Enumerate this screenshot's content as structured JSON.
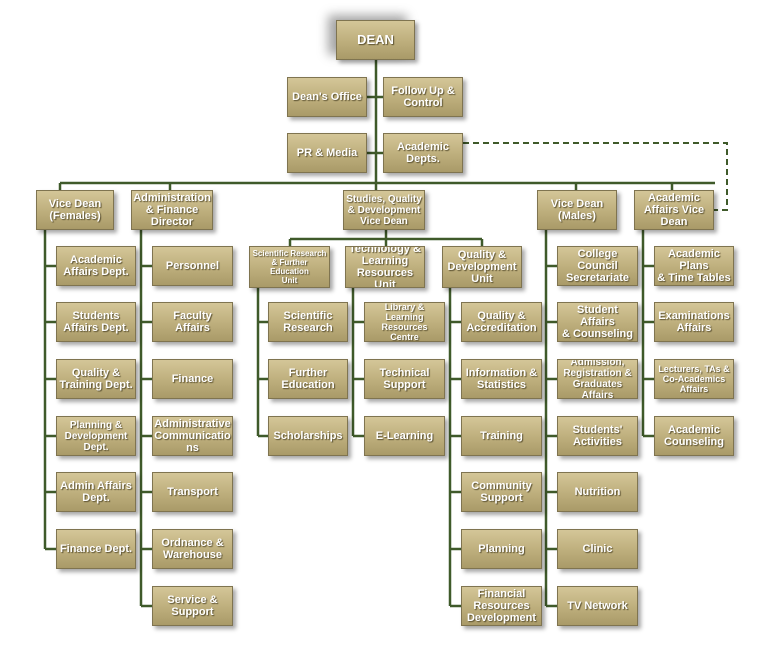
{
  "colors": {
    "box_fill": "#bdae7c",
    "connector": "#3f5a2a",
    "text": "#ffffff"
  },
  "units": {
    "dean": "DEAN",
    "deans_office": "Dean's Office",
    "follow_up": "Follow Up &\nControl",
    "pr_media": "PR & Media",
    "academic_depts": "Academic\nDepts.",
    "vd_females": "Vice Dean\n(Females)",
    "admin_finance": "Administration\n& Finance\nDirector",
    "studies_quality": "Studies, Quality\n& Development\nVice Dean",
    "vd_males": "Vice Dean\n(Males)",
    "acad_affairs_vd": "Academic\nAffairs Vice\nDean",
    "f_acad_affairs": "Academic\nAffairs Dept.",
    "f_students": "Students\nAffairs Dept.",
    "f_quality": "Quality &\nTraining Dept.",
    "f_planning": "Planning &\nDevelopment\nDept.",
    "f_admin": "Admin Affairs\nDept.",
    "f_finance": "Finance Dept.",
    "a_personnel": "Personnel",
    "a_faculty": "Faculty Affairs",
    "a_finance": "Finance",
    "a_admin_comm": "Administrative\nCommunicatio\nns",
    "a_transport": "Transport",
    "a_ordnance": "Ordnance &\nWarehouse",
    "a_service": "Service &\nSupport",
    "s_sci_research": "Scientific Research\n& Further Education\nUnit",
    "s_technology": "Technology &\nLearning\nResources Unit",
    "s_quality_unit": "Quality &\nDevelopment\nUnit",
    "r_scientific": "Scientific\nResearch",
    "r_further": "Further\nEducation",
    "r_scholarships": "Scholarships",
    "t_library": "Library &\nLearning\nResources Centre",
    "t_technical": "Technical\nSupport",
    "t_elearning": "E-Learning",
    "q_accreditation": "Quality &\nAccreditation",
    "q_information": "Information &\nStatistics",
    "q_training": "Training",
    "q_community": "Community\nSupport",
    "q_planning": "Planning",
    "q_financial": "Financial\nResources\nDevelopment",
    "m_council": "College Council\nSecretariate",
    "m_student": "Student Affairs\n& Counseling",
    "m_admission": "Admission,\nRegistration &\nGraduates Affairs",
    "m_activities": "Students'\nActivities",
    "m_nutrition": "Nutrition",
    "m_clinic": "Clinic",
    "m_tv": "TV Network",
    "v_plans": "Academic Plans\n& Time Tables",
    "v_exams": "Examinations\nAffairs",
    "v_lecturers": "Lecturers, TAs &\nCo-Academics\nAffairs",
    "v_counseling": "Academic\nCounseling"
  }
}
